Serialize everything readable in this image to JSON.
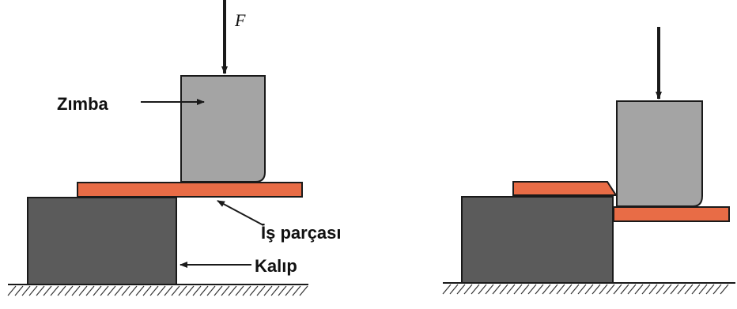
{
  "labels": {
    "force": "F",
    "punch": "Zımba",
    "workpiece": "İş parçası",
    "die": "Kalıp"
  },
  "colors": {
    "punch": "#a4a4a4",
    "die": "#5b5b5b",
    "workpiece": "#e86c46",
    "outline": "#1a1a1a",
    "ground_hatch": "#333333"
  }
}
